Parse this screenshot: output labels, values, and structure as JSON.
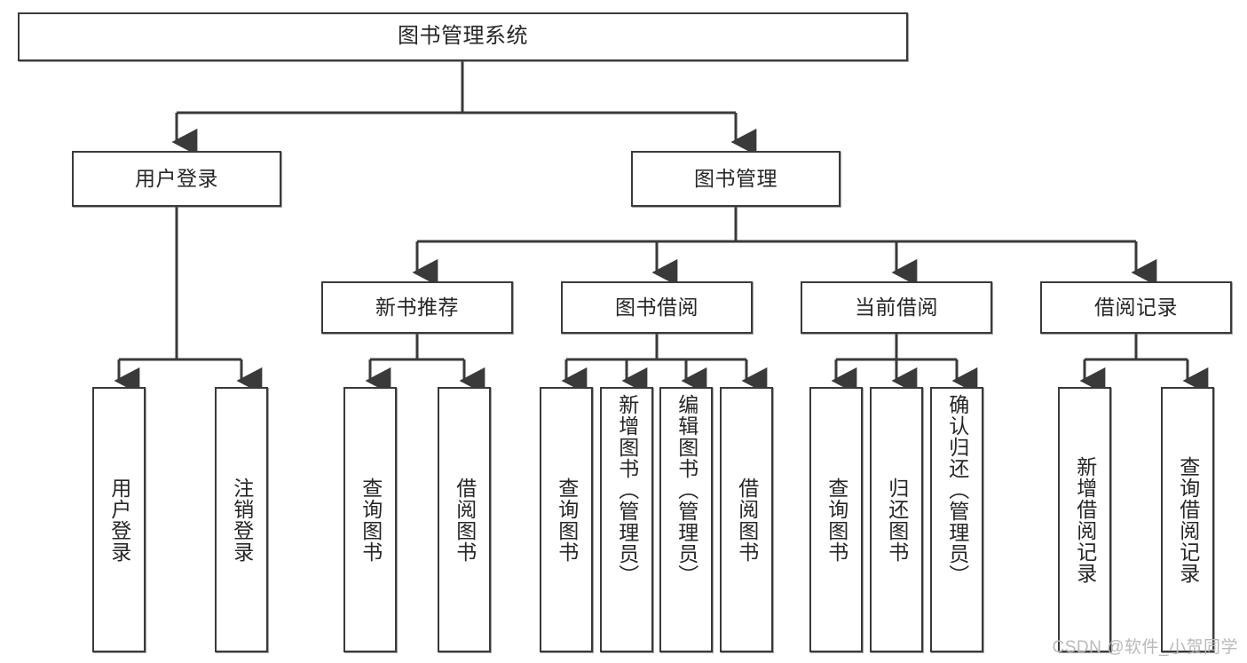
{
  "diagram": {
    "title": "图书管理系统",
    "watermark": "CSDN @软件_小贺同学",
    "line_color": "#3a3a3a",
    "box_fill": "#ffffff",
    "text_color": "#262626",
    "nodes": {
      "root": "图书管理系统",
      "level2": [
        "用户登录",
        "图书管理"
      ],
      "level3": [
        "新书推荐",
        "图书借阅",
        "当前借阅",
        "借阅记录"
      ],
      "leaves_user_login": [
        "用户登录",
        "注销登录"
      ],
      "leaves_new_book": [
        "查询图书",
        "借阅图书"
      ],
      "leaves_borrow": [
        "查询图书",
        "新增图书（管理员）",
        "编辑图书（管理员）",
        "借阅图书"
      ],
      "leaves_current": [
        "查询图书",
        "归还图书",
        "确认归还（管理员）"
      ],
      "leaves_record": [
        "新增借阅记录",
        "查询借阅记录"
      ]
    }
  }
}
